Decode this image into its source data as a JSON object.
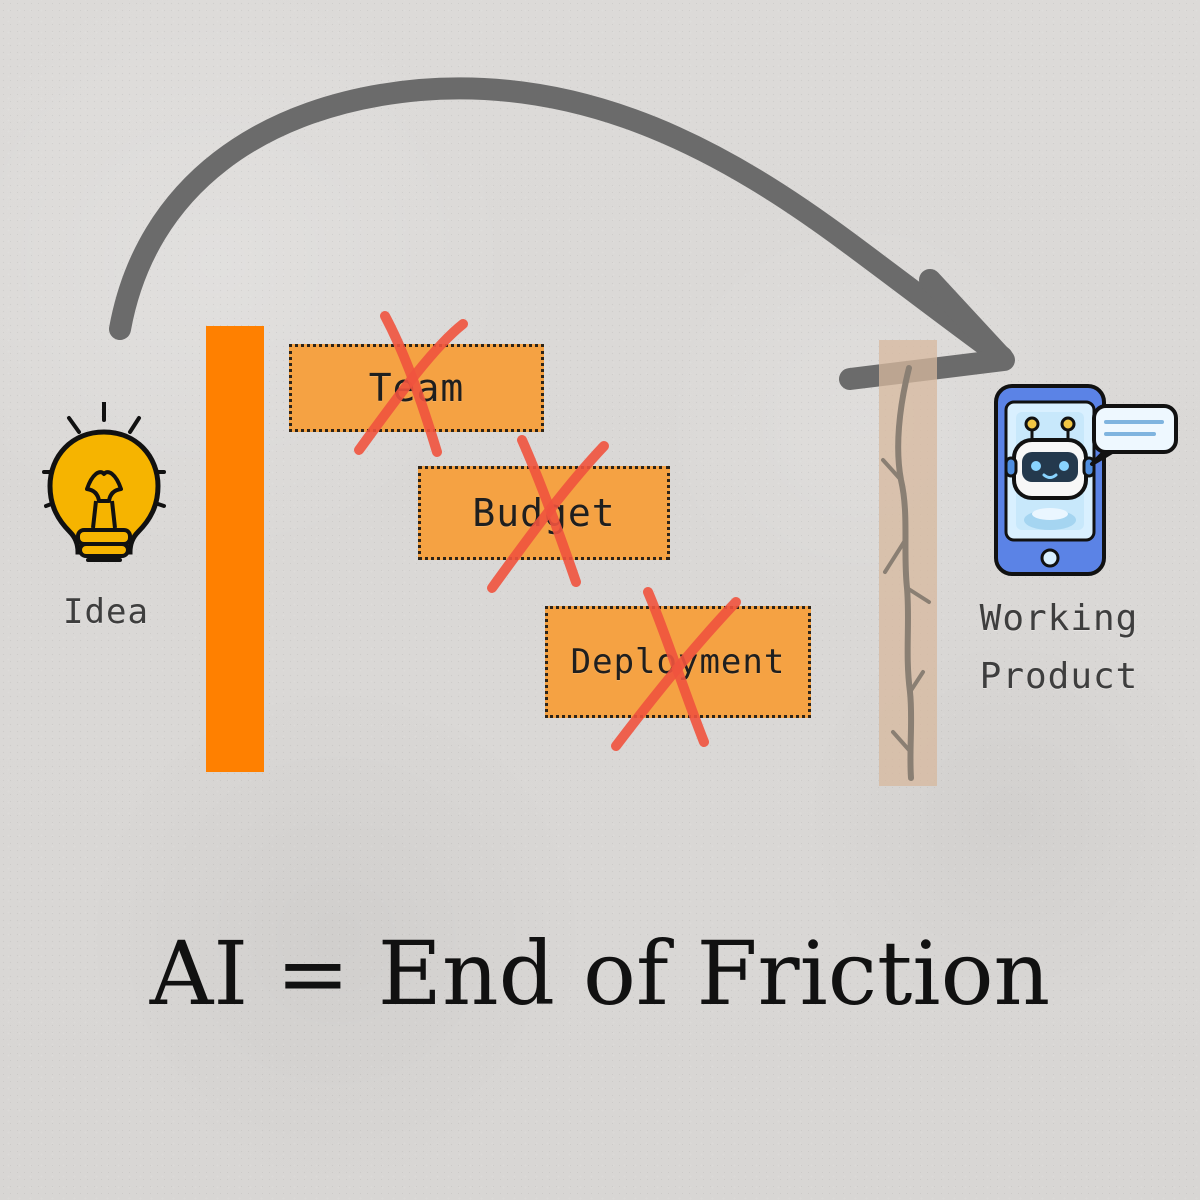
{
  "diagram": {
    "start": {
      "label": "Idea",
      "icon": "lightbulb-icon"
    },
    "obstacles": [
      {
        "label": "Team"
      },
      {
        "label": "Budget"
      },
      {
        "label": "Deployment"
      }
    ],
    "end": {
      "label_line_1": "Working",
      "label_line_2": "Product",
      "icon": "mobile-robot-icon"
    },
    "headline": "AI = End of Friction",
    "colors": {
      "background": "#d9d7d5",
      "arrow": "#6c6c6c",
      "barrier": "#ff8000",
      "friction_box": "#f5a243",
      "strike": "#f0533e",
      "text": "#111111"
    }
  }
}
